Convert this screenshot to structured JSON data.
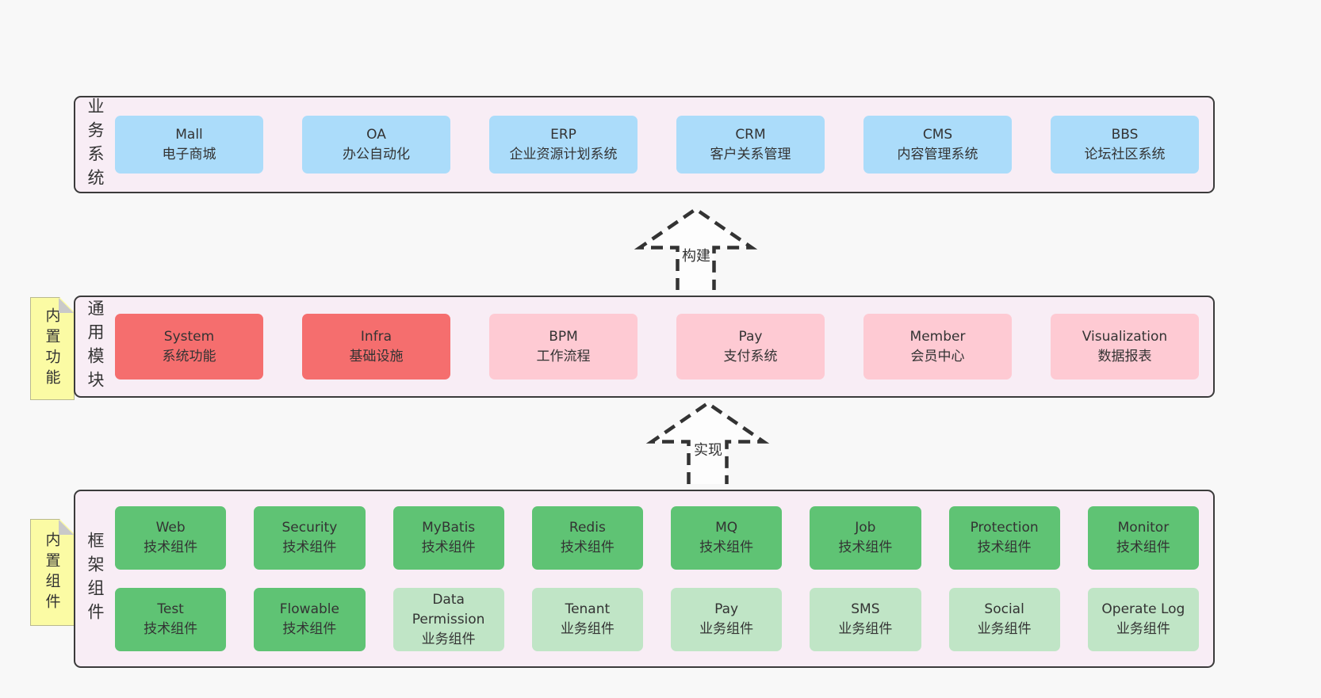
{
  "colors": {
    "background": "#f8f8f8",
    "layer_fill": "#f8edf5",
    "layer_border": "#3b3b3b",
    "blue_box": "#abdcfa",
    "red_box": "#f56e6e",
    "pink_box": "#fecad3",
    "green_box": "#5fc374",
    "lightgreen_box": "#c0e5c6",
    "note_fill": "#fbfba4",
    "note_fold": "#c9c9c9",
    "text": "#333333"
  },
  "arrows": [
    {
      "label": "构建"
    },
    {
      "label": "实现"
    }
  ],
  "layers": [
    {
      "label": "业务系统",
      "note": null,
      "rows": [
        [
          {
            "title": "Mall",
            "subtitle": "电子商城",
            "variant": "blue"
          },
          {
            "title": "OA",
            "subtitle": "办公自动化",
            "variant": "blue"
          },
          {
            "title": "ERP",
            "subtitle": "企业资源计划系统",
            "variant": "blue"
          },
          {
            "title": "CRM",
            "subtitle": "客户关系管理",
            "variant": "blue"
          },
          {
            "title": "CMS",
            "subtitle": "内容管理系统",
            "variant": "blue"
          },
          {
            "title": "BBS",
            "subtitle": "论坛社区系统",
            "variant": "blue"
          }
        ]
      ]
    },
    {
      "label": "通用模块",
      "note": "内置功能",
      "rows": [
        [
          {
            "title": "System",
            "subtitle": "系统功能",
            "variant": "red"
          },
          {
            "title": "Infra",
            "subtitle": "基础设施",
            "variant": "red"
          },
          {
            "title": "BPM",
            "subtitle": "工作流程",
            "variant": "pink"
          },
          {
            "title": "Pay",
            "subtitle": "支付系统",
            "variant": "pink"
          },
          {
            "title": "Member",
            "subtitle": "会员中心",
            "variant": "pink"
          },
          {
            "title": "Visualization",
            "subtitle": "数据报表",
            "variant": "pink"
          }
        ]
      ]
    },
    {
      "label": "框架组件",
      "note": "内置组件",
      "rows": [
        [
          {
            "title": "Web",
            "subtitle": "技术组件",
            "variant": "green"
          },
          {
            "title": "Security",
            "subtitle": "技术组件",
            "variant": "green"
          },
          {
            "title": "MyBatis",
            "subtitle": "技术组件",
            "variant": "green"
          },
          {
            "title": "Redis",
            "subtitle": "技术组件",
            "variant": "green"
          },
          {
            "title": "MQ",
            "subtitle": "技术组件",
            "variant": "green"
          },
          {
            "title": "Job",
            "subtitle": "技术组件",
            "variant": "green"
          },
          {
            "title": "Protection",
            "subtitle": "技术组件",
            "variant": "green"
          },
          {
            "title": "Monitor",
            "subtitle": "技术组件",
            "variant": "green"
          }
        ],
        [
          {
            "title": "Test",
            "subtitle": "技术组件",
            "variant": "green"
          },
          {
            "title": "Flowable",
            "subtitle": "技术组件",
            "variant": "green"
          },
          {
            "title": "Data Permission",
            "subtitle": "业务组件",
            "variant": "lightgreen"
          },
          {
            "title": "Tenant",
            "subtitle": "业务组件",
            "variant": "lightgreen"
          },
          {
            "title": "Pay",
            "subtitle": "业务组件",
            "variant": "lightgreen"
          },
          {
            "title": "SMS",
            "subtitle": "业务组件",
            "variant": "lightgreen"
          },
          {
            "title": "Social",
            "subtitle": "业务组件",
            "variant": "lightgreen"
          },
          {
            "title": "Operate Log",
            "subtitle": "业务组件",
            "variant": "lightgreen"
          }
        ]
      ]
    }
  ]
}
